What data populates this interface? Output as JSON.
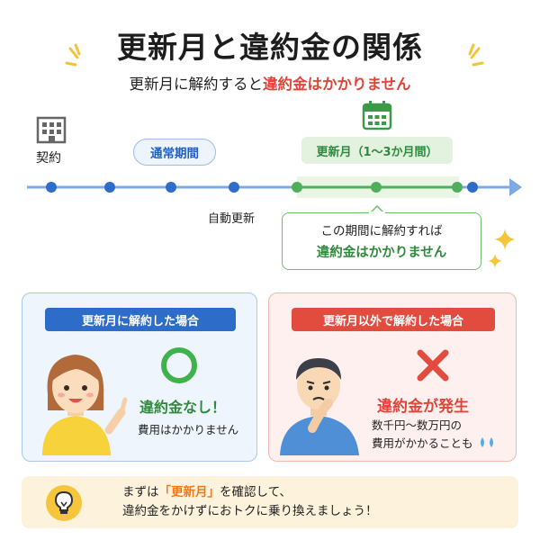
{
  "header": {
    "title": "更新月と違約金の関係",
    "subtitle_pre": "更新月に解約すると",
    "subtitle_red": "違約金はかかりません"
  },
  "timeline": {
    "start_label": "契約",
    "normal_period_label": "通常期間",
    "renewal_period_label": "更新月（1〜3か月間）",
    "auto_renew_label": "自動更新",
    "callout_line1": "この期間に解約すれば",
    "callout_line2": "違約金はかかりません"
  },
  "left_panel": {
    "heading": "更新月に解約した場合",
    "result": "違約金なし！",
    "note": "費用はかかりません"
  },
  "right_panel": {
    "heading": "更新月以外で解約した場合",
    "result": "違約金が発生",
    "note_line1": "数千円〜数万円の",
    "note_line2": "費用がかかることも"
  },
  "bottom_tip": {
    "line1_pre": "まずは",
    "line1_highlight": "「更新月」",
    "line1_post": "を確認して、",
    "line2": "違約金をかけずにおトクに乗り換えましょう！"
  },
  "colors": {
    "blue": "#2d6cc9",
    "green": "#2f8a3c",
    "red": "#e0453a",
    "orange": "#f07a1a"
  },
  "icons": [
    "building-icon",
    "calendar-icon",
    "sparkle-icon",
    "circle-ok-icon",
    "cross-ng-icon",
    "lightbulb-icon",
    "sweat-drop-icon"
  ]
}
